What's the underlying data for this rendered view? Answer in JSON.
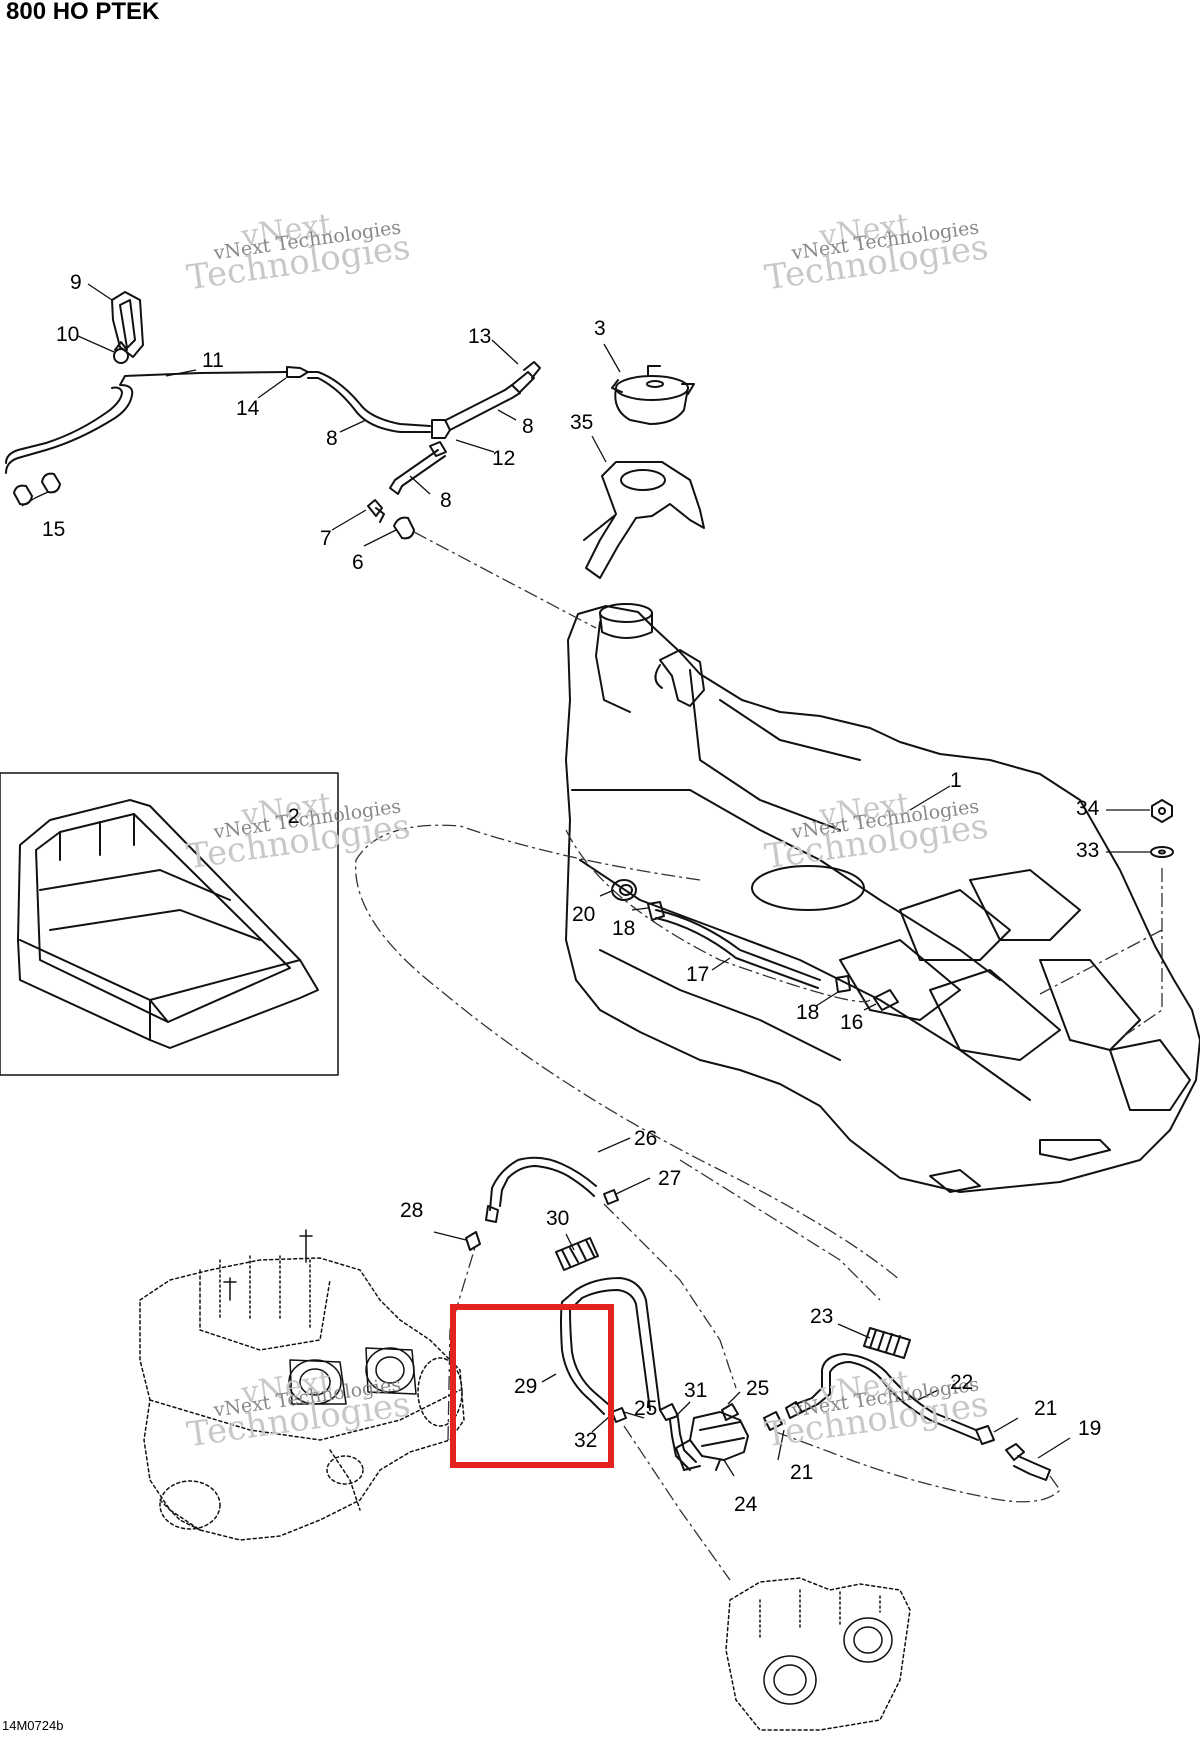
{
  "title": "800 HO PTEK",
  "document_id": "14M0724b",
  "watermark": {
    "line1": "vNext",
    "line2": "vNext Technologies",
    "line3": "Technologies"
  },
  "colors": {
    "line": "#111111",
    "dash": "#333333",
    "highlight": "#e52222",
    "watermark": "#c8c8c8"
  },
  "callouts": [
    {
      "label": "9"
    },
    {
      "label": "10"
    },
    {
      "label": "11"
    },
    {
      "label": "14"
    },
    {
      "label": "15"
    },
    {
      "label": "13"
    },
    {
      "label": "8"
    },
    {
      "label": "8"
    },
    {
      "label": "12"
    },
    {
      "label": "8"
    },
    {
      "label": "7"
    },
    {
      "label": "6"
    },
    {
      "label": "3"
    },
    {
      "label": "35"
    },
    {
      "label": "2"
    },
    {
      "label": "1"
    },
    {
      "label": "34"
    },
    {
      "label": "33"
    },
    {
      "label": "20"
    },
    {
      "label": "18"
    },
    {
      "label": "17"
    },
    {
      "label": "18"
    },
    {
      "label": "16"
    },
    {
      "label": "26"
    },
    {
      "label": "27"
    },
    {
      "label": "28"
    },
    {
      "label": "30"
    },
    {
      "label": "23"
    },
    {
      "label": "22"
    },
    {
      "label": "29"
    },
    {
      "label": "31"
    },
    {
      "label": "25"
    },
    {
      "label": "25"
    },
    {
      "label": "32"
    },
    {
      "label": "21"
    },
    {
      "label": "19"
    },
    {
      "label": "21"
    },
    {
      "label": "24"
    }
  ]
}
